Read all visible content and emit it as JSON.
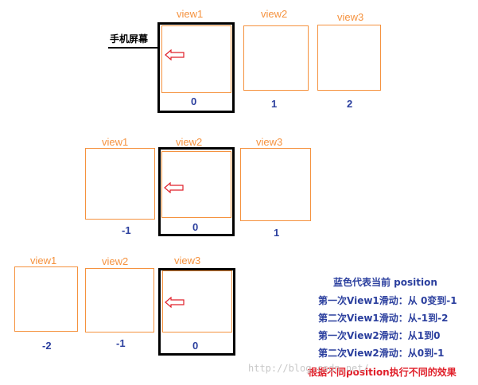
{
  "phone_label": "手机屏幕",
  "rows": [
    {
      "views": [
        {
          "label": "view1",
          "position": "0"
        },
        {
          "label": "view2",
          "position": "1"
        },
        {
          "label": "view3",
          "position": "2"
        }
      ]
    },
    {
      "views": [
        {
          "label": "view1",
          "position": "-1"
        },
        {
          "label": "view2",
          "position": "0"
        },
        {
          "label": "view3",
          "position": "1"
        }
      ]
    },
    {
      "views": [
        {
          "label": "view1",
          "position": "-2"
        },
        {
          "label": "view2",
          "position": "-1"
        },
        {
          "label": "view3",
          "position": "0"
        }
      ]
    }
  ],
  "legend": {
    "title": "蓝色代表当前  position",
    "lines": [
      "第一次View1滑动：从 0变到-1",
      "第二次View1滑动：从-1到-2",
      "第一次View2滑动：从1到0",
      "第二次View2滑动：从0到-1"
    ],
    "conclusion": "根据不同position执行不同的效果"
  },
  "watermark": "http://blog.csdn.net/",
  "colors": {
    "view_border": "#f5923e",
    "position_text": "#2b3f9e",
    "screen_border": "#000000",
    "arrow": "#e0202a",
    "conclusion": "#e0202a"
  }
}
